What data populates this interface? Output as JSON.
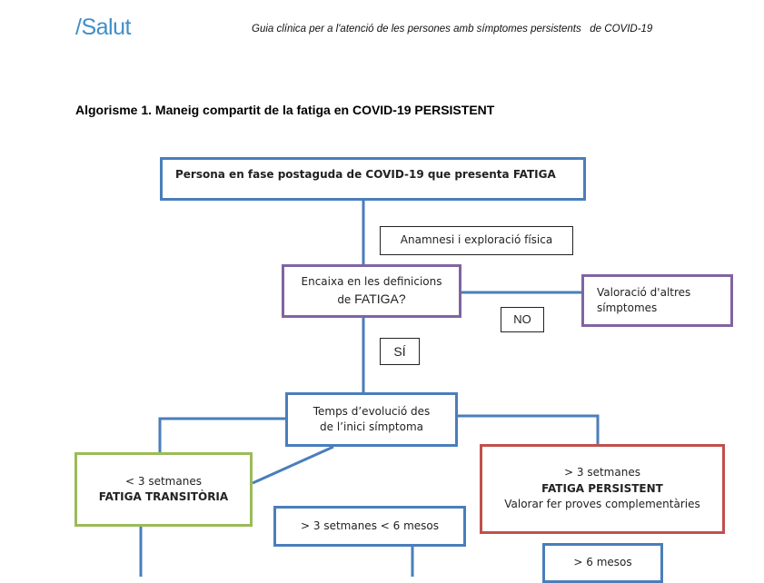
{
  "header": {
    "logo": "/Salut",
    "title": "Guia clínica per a l'atenció de les persones amb símptomes persistents   de COVID-19"
  },
  "page_title": "Algorisme 1. Maneig compartit de la fatiga en COVID-19 PERSISTENT",
  "flowchart": {
    "start": "Persona en fase postaguda de COVID-19 que presenta FATIGA",
    "anamnesis": "Anamnesi i exploració física",
    "decision": {
      "line1": "Encaixa en les definicions",
      "line2_prefix": "de ",
      "line2_term": "FATIGA?"
    },
    "no_label": "NO",
    "yes_label": "SÍ",
    "other_symptoms": {
      "line1": "Valoració d'altres",
      "line2": "símptomes"
    },
    "evolution": {
      "line1": "Temps d’evolució des",
      "line2": "de l’inici símptoma"
    },
    "transient": {
      "line1": "< 3 setmanes",
      "line2": "FATIGA TRANSITÒRIA"
    },
    "persistent": {
      "line1": "> 3 setmanes",
      "line2": "FATIGA PERSISTENT",
      "line3": "Valorar fer proves complementàries"
    },
    "mid_range": "> 3 setmanes < 6 mesos",
    "long_range": "> 6 mesos"
  },
  "colors": {
    "logo": "#3f8fc7",
    "blue_border": "#4a7ebb",
    "purple_border": "#8064a2",
    "green_border": "#9bbb59",
    "red_border": "#c0504d",
    "connector": "#4a7ebb"
  }
}
